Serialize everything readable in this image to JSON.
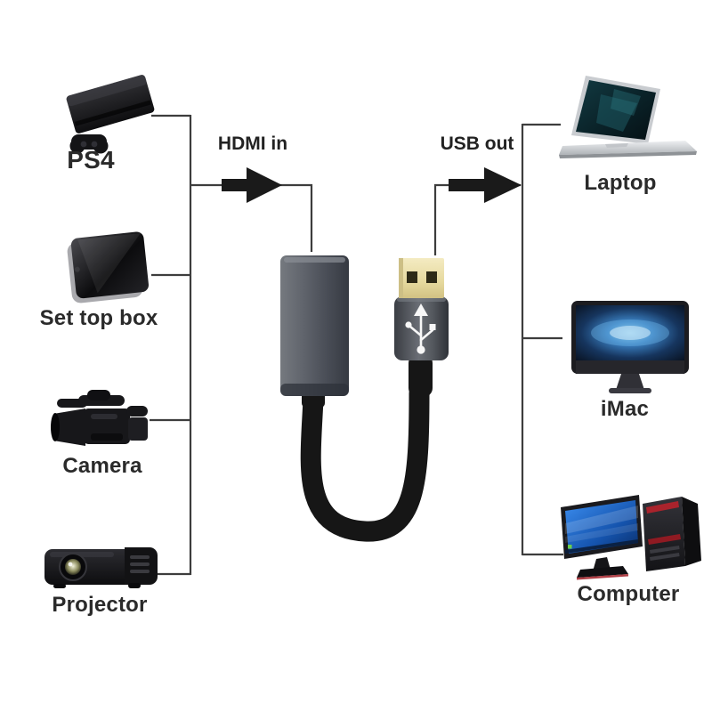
{
  "diagram": {
    "hdmi_label": "HDMI in",
    "usb_label": "USB out"
  },
  "source_devices": [
    {
      "label": "PS4",
      "icon": "ps4-console-icon"
    },
    {
      "label": "Set top box",
      "icon": "set-top-box-icon"
    },
    {
      "label": "Camera",
      "icon": "camcorder-icon"
    },
    {
      "label": "Projector",
      "icon": "projector-icon"
    }
  ],
  "target_devices": [
    {
      "label": "Laptop",
      "icon": "laptop-icon"
    },
    {
      "label": "iMac",
      "icon": "imac-icon"
    },
    {
      "label": "Computer",
      "icon": "desktop-computer-icon"
    }
  ],
  "adapter": {
    "parts": [
      "hdmi-female-port",
      "cable",
      "usb-plug"
    ],
    "usb_symbol": "usb-trident-icon"
  },
  "colors": {
    "background": "#ffffff",
    "connector_line": "#3d3d3d",
    "arrow": "#1a1a1a",
    "label_text": "#2a2a2a",
    "adapter_gray": "#565a62",
    "usb_gold": "#e8dca0",
    "cable": "#161616"
  }
}
